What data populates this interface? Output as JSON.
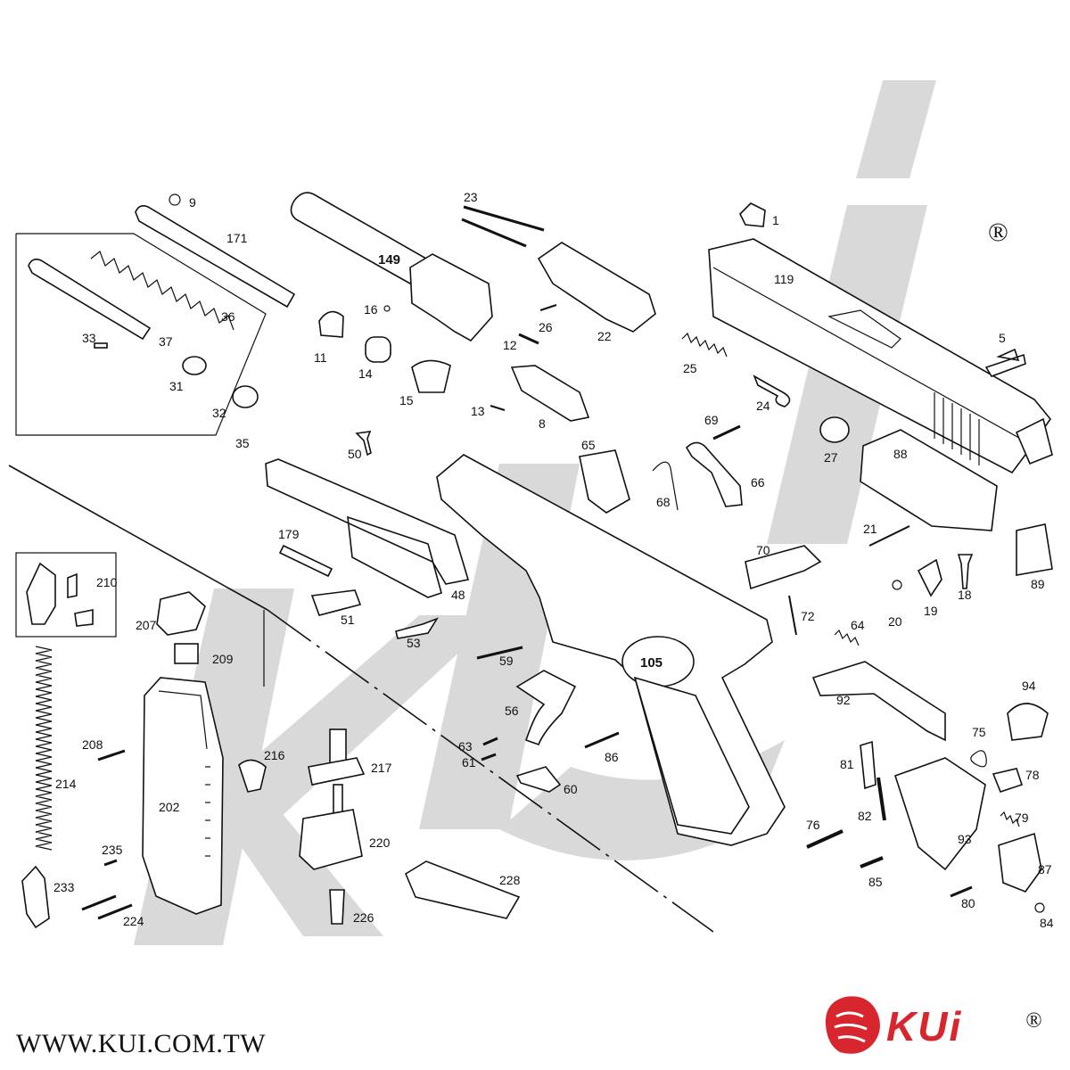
{
  "footer": {
    "url": "WWW.KUI.COM.TW"
  },
  "brand": {
    "name": "KUi",
    "registered": "®",
    "color": "#d8262e",
    "logo": "lion-head-icon"
  },
  "registered_mark": "®",
  "parts": [
    {
      "num": "1"
    },
    {
      "num": "5"
    },
    {
      "num": "8"
    },
    {
      "num": "9"
    },
    {
      "num": "11"
    },
    {
      "num": "12"
    },
    {
      "num": "13"
    },
    {
      "num": "14"
    },
    {
      "num": "15"
    },
    {
      "num": "16"
    },
    {
      "num": "18"
    },
    {
      "num": "19"
    },
    {
      "num": "20"
    },
    {
      "num": "21"
    },
    {
      "num": "22"
    },
    {
      "num": "23"
    },
    {
      "num": "24"
    },
    {
      "num": "25"
    },
    {
      "num": "26"
    },
    {
      "num": "27"
    },
    {
      "num": "31"
    },
    {
      "num": "32"
    },
    {
      "num": "33"
    },
    {
      "num": "35"
    },
    {
      "num": "36"
    },
    {
      "num": "37"
    },
    {
      "num": "48"
    },
    {
      "num": "50"
    },
    {
      "num": "51"
    },
    {
      "num": "53"
    },
    {
      "num": "56"
    },
    {
      "num": "59"
    },
    {
      "num": "60"
    },
    {
      "num": "61"
    },
    {
      "num": "63"
    },
    {
      "num": "64"
    },
    {
      "num": "65"
    },
    {
      "num": "66"
    },
    {
      "num": "68"
    },
    {
      "num": "69"
    },
    {
      "num": "70"
    },
    {
      "num": "72"
    },
    {
      "num": "75"
    },
    {
      "num": "76"
    },
    {
      "num": "78"
    },
    {
      "num": "79"
    },
    {
      "num": "80"
    },
    {
      "num": "81"
    },
    {
      "num": "82"
    },
    {
      "num": "84"
    },
    {
      "num": "85"
    },
    {
      "num": "86"
    },
    {
      "num": "87"
    },
    {
      "num": "88"
    },
    {
      "num": "89"
    },
    {
      "num": "92"
    },
    {
      "num": "93"
    },
    {
      "num": "94"
    },
    {
      "num": "105"
    },
    {
      "num": "119"
    },
    {
      "num": "149"
    },
    {
      "num": "171"
    },
    {
      "num": "179"
    },
    {
      "num": "202"
    },
    {
      "num": "207"
    },
    {
      "num": "208"
    },
    {
      "num": "209"
    },
    {
      "num": "210"
    },
    {
      "num": "214"
    },
    {
      "num": "216"
    },
    {
      "num": "217"
    },
    {
      "num": "220"
    },
    {
      "num": "224"
    },
    {
      "num": "226"
    },
    {
      "num": "228"
    },
    {
      "num": "233"
    },
    {
      "num": "235"
    }
  ]
}
